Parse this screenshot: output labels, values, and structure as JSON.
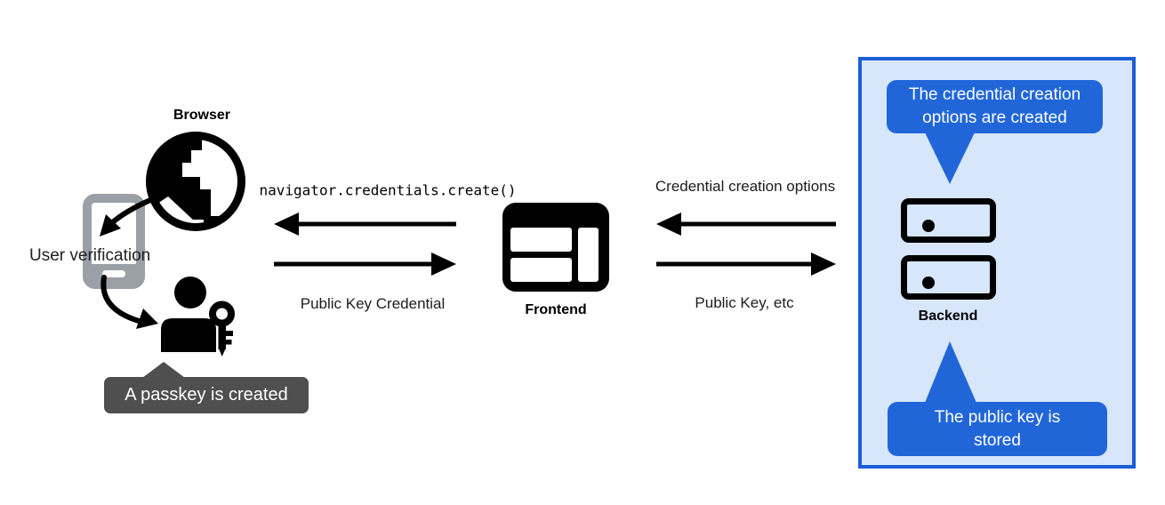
{
  "colors": {
    "ink": "#000000",
    "phone_gray": "#9aa0a6",
    "tooltip_bg": "#4f4f4f",
    "callout_blue": "#2166d9",
    "panel_fill": "#d7e6fb",
    "panel_border": "#1b5ed6"
  },
  "device": {
    "browser_label": "Browser",
    "user_verification_label": "User verification",
    "passkey_tooltip": "A passkey is created"
  },
  "frontend": {
    "label": "Frontend",
    "call_arrow_label": "navigator.credentials.create()",
    "return_arrow_label": "Public Key Credential"
  },
  "backend": {
    "label": "Backend",
    "request_arrow_label": "Credential creation options",
    "response_arrow_label": "Public Key, etc",
    "callout_top": "The credential creation options are created",
    "callout_bottom": "The public key is stored"
  },
  "icons": {
    "globe": "globe-icon",
    "phone": "smartphone-icon",
    "person_key": "user-with-key-icon",
    "frontend_window": "browser-window-icon",
    "backend_server": "server-stack-icon"
  }
}
